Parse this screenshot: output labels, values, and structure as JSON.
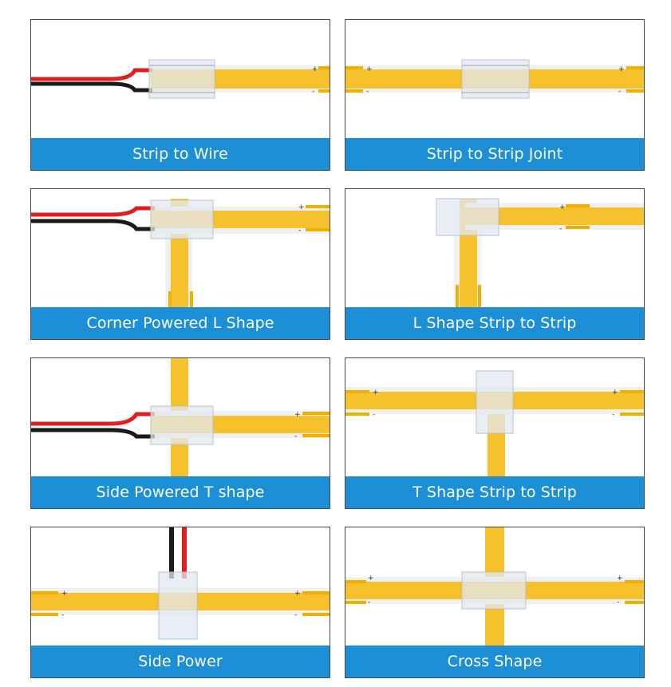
{
  "colors": {
    "caption_bg": "#1c8fd6",
    "strip": "#f5c12c",
    "wire_red": "#e02020",
    "wire_black": "#1a1a1a"
  },
  "panels": [
    {
      "label": "Strip to Wire"
    },
    {
      "label": "Strip to Strip Joint"
    },
    {
      "label": "Corner Powered L Shape"
    },
    {
      "label": "L Shape Strip to Strip"
    },
    {
      "label": "Side Powered T shape"
    },
    {
      "label": "T Shape Strip to Strip"
    },
    {
      "label": "Side Power"
    },
    {
      "label": "Cross Shape"
    }
  ],
  "polarity": {
    "plus": "+",
    "minus": "-"
  }
}
